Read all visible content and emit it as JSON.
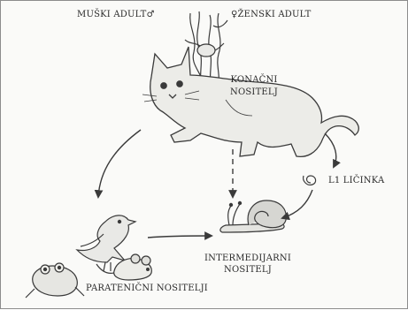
{
  "labels": {
    "male_adult": "MUŠKI ADULT♂",
    "female_adult": "♀ŽENSKI ADULT",
    "definitive_host_1": "KONAČNI",
    "definitive_host_2": "NOSITELJ",
    "larva": "L1 LIČINKA",
    "intermediate_host_1": "INTERMEDIJARNI",
    "intermediate_host_2": "NOSITELJ",
    "paratenic_hosts": "PARATENIČNI NOSITELJI"
  },
  "colors": {
    "stroke": "#3a3a3a",
    "fill_light": "#e9e9e6",
    "fill_mid": "#cfcfcb",
    "background": "#fafaf8"
  }
}
